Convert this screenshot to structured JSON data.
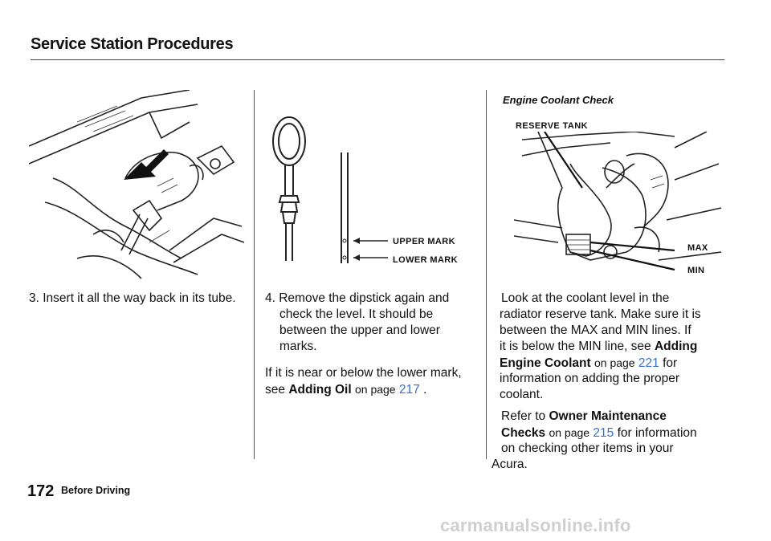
{
  "header": {
    "title": "Service Station Procedures"
  },
  "col1": {
    "step3": "3. Insert it all the way back in its tube."
  },
  "col2": {
    "step4_l1": "4. Remove the dipstick again and",
    "step4_l2": "check the level. It should be",
    "step4_l3": "between the upper and lower",
    "step4_l4": "marks.",
    "near_l1": "If it is near or below the lower mark,",
    "near_see": "see",
    "near_link_title": "Adding Oil",
    "near_on_page": "on page",
    "near_page": "217",
    "near_period": ".",
    "upper_mark": "UPPER MARK",
    "lower_mark": "LOWER MARK"
  },
  "col3": {
    "heading": "Engine Coolant  Check",
    "reserve_tank": "RESERVE TANK",
    "max_label": "MAX",
    "min_label": "MIN",
    "p1_l1": "Look at the coolant level in the",
    "p1_l2": "radiator reserve tank. Make sure it is",
    "p1_l3": "between the MAX and MIN lines. If",
    "p1_l4a": "it is below the MIN line, see",
    "p1_l4b": "Adding",
    "p1_l5a": "Engine Coolant",
    "p1_l5b": "on page",
    "p1_l5c": "221",
    "p1_l5d": "for",
    "p1_l6": "information on adding the proper",
    "p1_l7": "coolant.",
    "p2_l1a": "Refer to",
    "p2_l1b": "Owner Maintenance",
    "p2_l2a": "Checks",
    "p2_l2b": "on page",
    "p2_l2c": "215",
    "p2_l2d": "for information",
    "p2_l3": "on checking other items in your",
    "p2_l4": "Acura."
  },
  "footer": {
    "page_number": "172",
    "section": "Before Driving"
  },
  "watermark": "carmanualsonline.info"
}
